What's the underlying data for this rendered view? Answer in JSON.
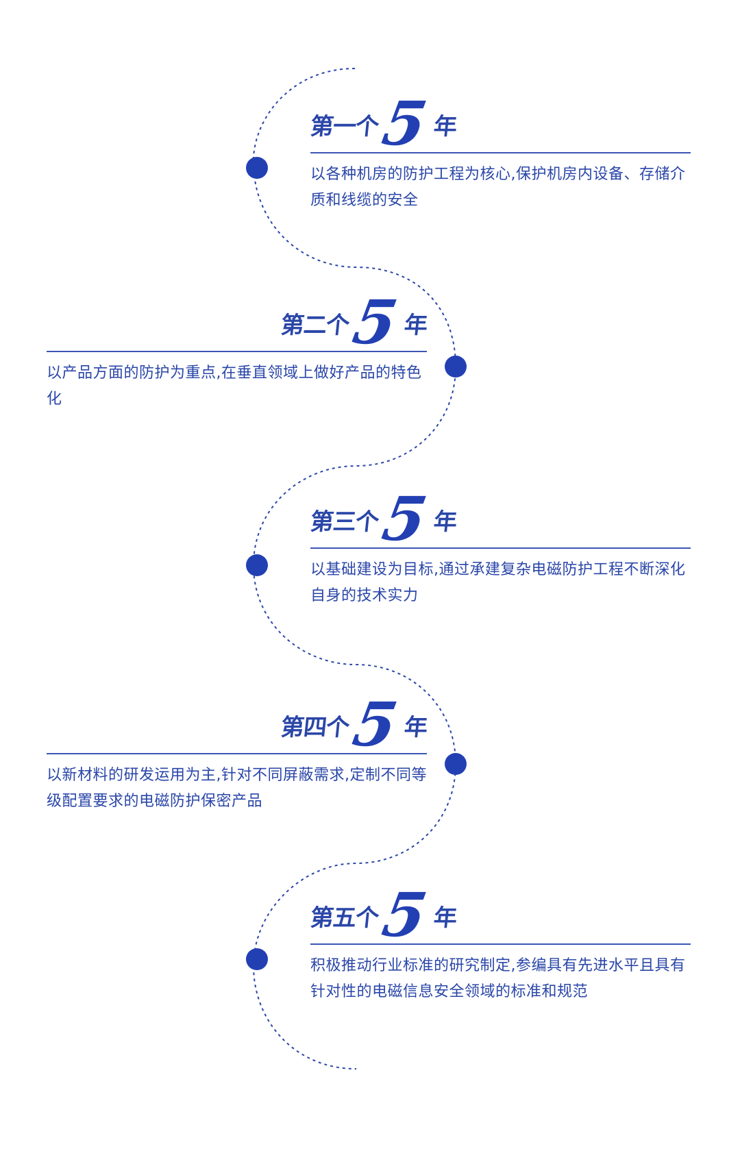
{
  "colors": {
    "accent": "#2340b3",
    "text": "#2a46a8",
    "dot": "#2340b3"
  },
  "stages": [
    {
      "side": "right",
      "heading_prefix": "第一个",
      "heading_number": "5",
      "heading_suffix": "年",
      "description": "以各种机房的防护工程为核心,保护机房内设备、存储介质和线缆的安全"
    },
    {
      "side": "left",
      "heading_prefix": "第二个",
      "heading_number": "5",
      "heading_suffix": "年",
      "description": "以产品方面的防护为重点,在垂直领域上做好产品的特色化"
    },
    {
      "side": "right",
      "heading_prefix": "第三个",
      "heading_number": "5",
      "heading_suffix": "年",
      "description": "以基础建设为目标,通过承建复杂电磁防护工程不断深化自身的技术实力"
    },
    {
      "side": "left",
      "heading_prefix": "第四个",
      "heading_number": "5",
      "heading_suffix": "年",
      "description": "以新材料的研发运用为主,针对不同屏蔽需求,定制不同等级配置要求的电磁防护保密产品"
    },
    {
      "side": "right",
      "heading_prefix": "第五个",
      "heading_number": "5",
      "heading_suffix": "年",
      "description": "积极推动行业标准的研究制定,参编具有先进水平且具有针对性的电磁信息安全领域的标准和规范"
    }
  ]
}
